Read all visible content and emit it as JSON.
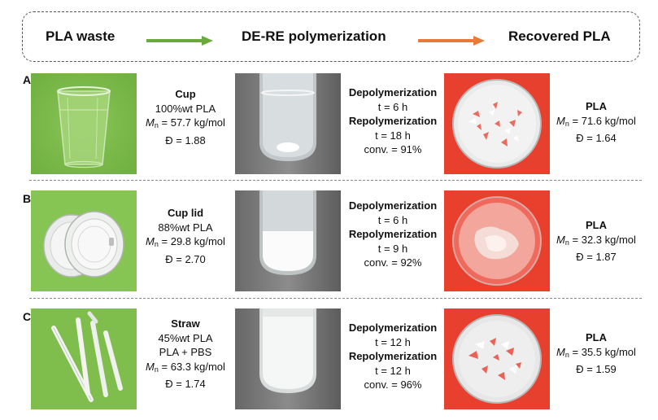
{
  "header": {
    "step1": "PLA waste",
    "step2": "DE-RE polymerization",
    "step3": "Recovered PLA",
    "arrow1_color": "#6aaa3c",
    "arrow2_color": "#e87a3a"
  },
  "rows": [
    {
      "letter": "A",
      "item": "Cup",
      "content": "100%wt PLA",
      "extra": "",
      "mn_label": "M",
      "mn_sub": "n",
      "mn_value": " = 57.7 kg/mol",
      "d_value": "Đ = 1.88",
      "depol_label": "Depolymerization",
      "depol_time": "t = 6 h",
      "repol_label": "Repolymerization",
      "repol_time": "t = 18 h",
      "conv": "conv. = 91%",
      "product": "PLA",
      "prod_mn_label": "M",
      "prod_mn_sub": "n",
      "prod_mn_value": " = 71.6 kg/mol",
      "prod_d_value": "Đ = 1.64"
    },
    {
      "letter": "B",
      "item": "Cup lid",
      "content": "88%wt PLA",
      "extra": "",
      "mn_label": "M",
      "mn_sub": "n",
      "mn_value": " = 29.8 kg/mol",
      "d_value": "Đ = 2.70",
      "depol_label": "Depolymerization",
      "depol_time": "t = 6 h",
      "repol_label": "Repolymerization",
      "repol_time": "t = 9 h",
      "conv": "conv. = 92%",
      "product": "PLA",
      "prod_mn_label": "M",
      "prod_mn_sub": "n",
      "prod_mn_value": " = 32.3 kg/mol",
      "prod_d_value": "Đ = 1.87"
    },
    {
      "letter": "C",
      "item": "Straw",
      "content": "45%wt PLA",
      "extra": "PLA + PBS",
      "mn_label": "M",
      "mn_sub": "n",
      "mn_value": " = 63.3 kg/mol",
      "d_value": "Đ = 1.74",
      "depol_label": "Depolymerization",
      "depol_time": "t = 12 h",
      "repol_label": "Repolymerization",
      "repol_time": "t = 12 h",
      "conv": "conv. = 96%",
      "product": "PLA",
      "prod_mn_label": "M",
      "prod_mn_sub": "n",
      "prod_mn_value": " = 35.5 kg/mol",
      "prod_d_value": "Đ = 1.59"
    }
  ]
}
